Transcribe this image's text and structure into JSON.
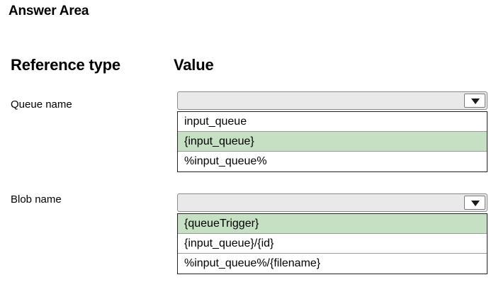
{
  "title": "Answer Area",
  "headers": {
    "reference_type": "Reference type",
    "value": "Value"
  },
  "colors": {
    "selected_option": "#c5e0c2",
    "select_box": "#e9e9e9"
  },
  "rows": [
    {
      "label": "Queue name",
      "selected_value": "",
      "options": [
        {
          "text": "input_queue",
          "selected": false
        },
        {
          "text": "{input_queue}",
          "selected": true
        },
        {
          "text": "%input_queue%",
          "selected": false
        }
      ]
    },
    {
      "label": "Blob name",
      "selected_value": "",
      "options": [
        {
          "text": "{queueTrigger}",
          "selected": true
        },
        {
          "text": "{input_queue}/{id}",
          "selected": false
        },
        {
          "text": "%input_queue%/{filename}",
          "selected": false
        }
      ]
    }
  ]
}
